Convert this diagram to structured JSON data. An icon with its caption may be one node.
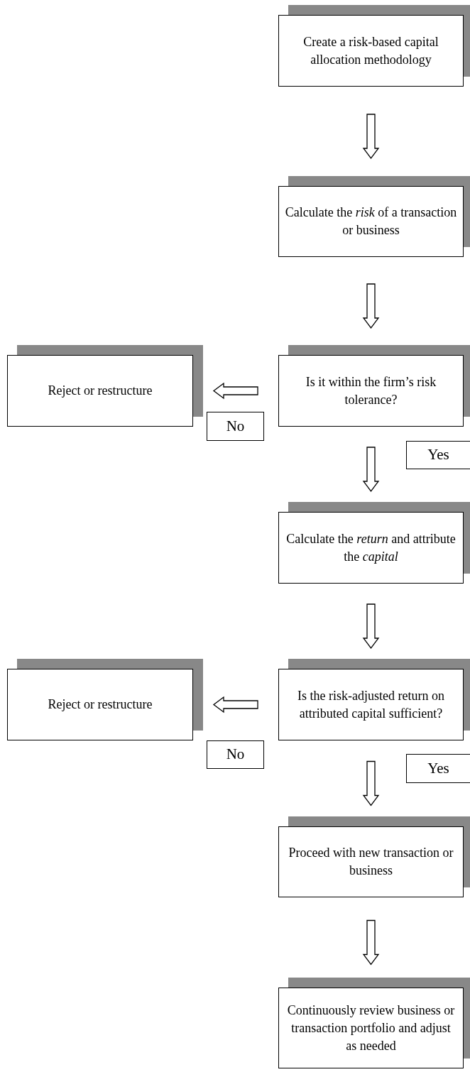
{
  "diagram": {
    "nodes": [
      {
        "text": [
          "Create a risk-based capital allocation methodology"
        ]
      },
      {
        "text": [
          "Calculate the *risk* of a transaction or business"
        ]
      },
      {
        "text": [
          "Reject or restructure"
        ]
      },
      {
        "text": [
          "Is it within the firm’s risk tolerance?"
        ]
      },
      {
        "text": [
          "Calculate the *return* and attribute the *capital*"
        ]
      },
      {
        "text": [
          "Reject or restructure"
        ]
      },
      {
        "text": [
          "Is the risk-adjusted return on attributed capital sufficient?"
        ]
      },
      {
        "text": [
          "Proceed with new transaction or business"
        ]
      },
      {
        "text": [
          "Continuously review business or transaction portfolio and adjust as needed"
        ]
      }
    ],
    "edges": [
      {
        "from": 0,
        "to": 1,
        "arrow": "to"
      },
      {
        "from": 1,
        "to": 3,
        "arrow": "to"
      },
      {
        "from": 3,
        "to": 2,
        "arrow": "to",
        "label": "No"
      },
      {
        "from": 3,
        "to": 4,
        "arrow": "to",
        "label": "Yes"
      },
      {
        "from": 4,
        "to": 6,
        "arrow": "to"
      },
      {
        "from": 6,
        "to": 5,
        "arrow": "to",
        "label": "No"
      },
      {
        "from": 6,
        "to": 7,
        "arrow": "to",
        "label": "Yes"
      },
      {
        "from": 7,
        "to": 8,
        "arrow": "to"
      }
    ]
  }
}
